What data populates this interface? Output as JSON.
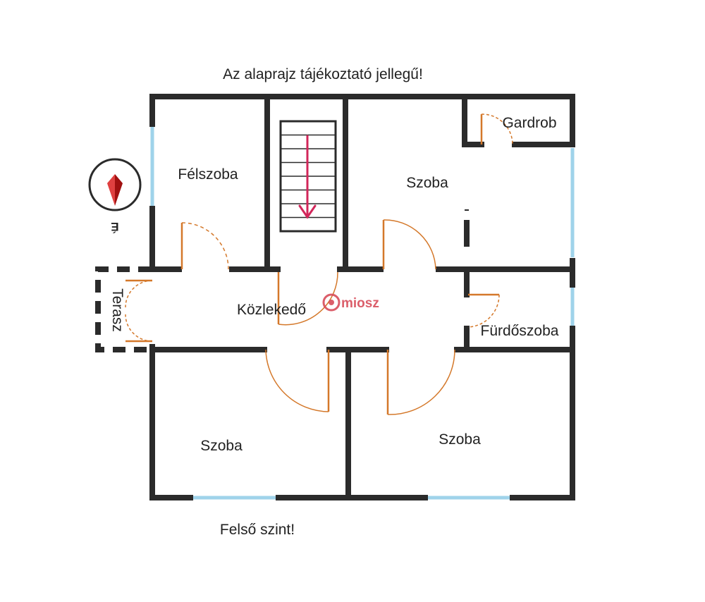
{
  "notice": "Az alaprajz tájékoztató jellegű!",
  "footer": "Felső szint!",
  "rooms": {
    "felszoba": "Félszoba",
    "szoba_top": "Szoba",
    "gardrob": "Gardrob",
    "kozlekedo": "Közlekedő",
    "furdoszoba": "Fürdőszoba",
    "terasz": "Terasz",
    "szoba_bottom_left": "Szoba",
    "szoba_bottom_right": "Szoba"
  },
  "compass": {
    "letter": "É",
    "icon": "north-arrow-icon"
  },
  "watermark": {
    "text": "miosz",
    "icon": "miosz-logo-icon"
  },
  "colors": {
    "wall": "#2b2b2b",
    "window": "#9fd3ea",
    "door": "#d4782a",
    "stair_arrow": "#d2265a",
    "compass_arrow": "#d01818",
    "watermark": "#d84d5a"
  }
}
